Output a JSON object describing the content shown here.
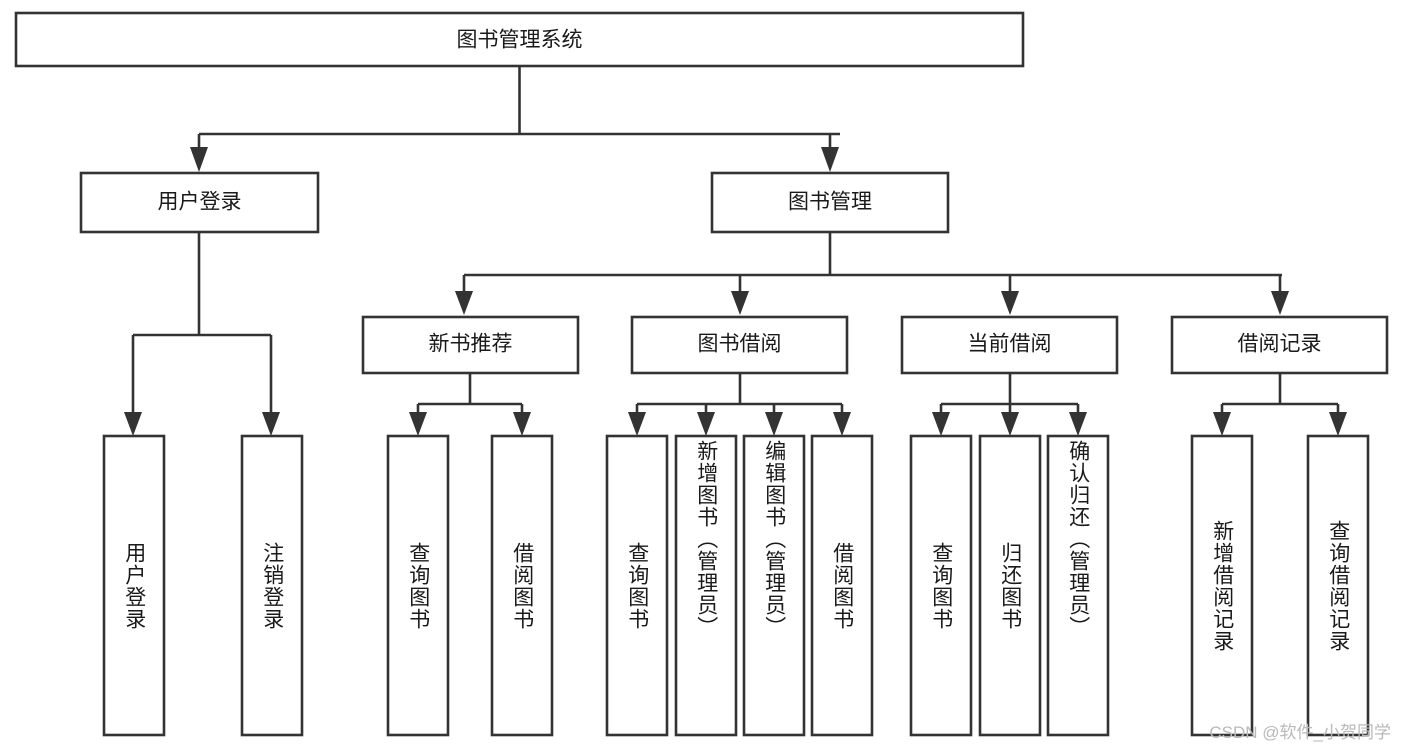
{
  "diagram": {
    "title": "图书管理系统",
    "type": "tree",
    "root": {
      "id": "root",
      "label": "图书管理系统"
    },
    "level2": [
      {
        "id": "user-login",
        "label": "用户登录"
      },
      {
        "id": "book-management",
        "label": "图书管理"
      }
    ],
    "level3": [
      {
        "id": "new-book-recommend",
        "label": "新书推荐",
        "parent": "book-management"
      },
      {
        "id": "book-borrow",
        "label": "图书借阅",
        "parent": "book-management"
      },
      {
        "id": "current-borrow",
        "label": "当前借阅",
        "parent": "book-management"
      },
      {
        "id": "borrow-record",
        "label": "借阅记录",
        "parent": "book-management"
      }
    ],
    "leaves": [
      {
        "id": "leaf-user-login",
        "label": "用户登录",
        "parent": "user-login"
      },
      {
        "id": "leaf-logout-login",
        "label": "注销登录",
        "parent": "user-login"
      },
      {
        "id": "leaf-query-book-1",
        "label": "查询图书",
        "parent": "new-book-recommend"
      },
      {
        "id": "leaf-borrow-book-1",
        "label": "借阅图书",
        "parent": "new-book-recommend"
      },
      {
        "id": "leaf-query-book-2",
        "label": "查询图书",
        "parent": "book-borrow"
      },
      {
        "id": "leaf-add-book",
        "label": "新增图书（管理员）",
        "parent": "book-borrow"
      },
      {
        "id": "leaf-edit-book",
        "label": "编辑图书（管理员）",
        "parent": "book-borrow"
      },
      {
        "id": "leaf-borrow-book-2",
        "label": "借阅图书",
        "parent": "book-borrow"
      },
      {
        "id": "leaf-query-book-3",
        "label": "查询图书",
        "parent": "current-borrow"
      },
      {
        "id": "leaf-return-book",
        "label": "归还图书",
        "parent": "current-borrow"
      },
      {
        "id": "leaf-confirm-return",
        "label": "确认归还（管理员）",
        "parent": "current-borrow"
      },
      {
        "id": "leaf-add-record",
        "label": "新增借阅记录",
        "parent": "borrow-record"
      },
      {
        "id": "leaf-query-record",
        "label": "查询借阅记录",
        "parent": "borrow-record"
      }
    ],
    "watermark": "CSDN @软件_小贺同学",
    "colors": {
      "stroke": "#333333",
      "node_fill": "#ffffff",
      "text": "#1a1a1a",
      "background": "#ffffff",
      "watermark": "#b9b9b9"
    }
  }
}
